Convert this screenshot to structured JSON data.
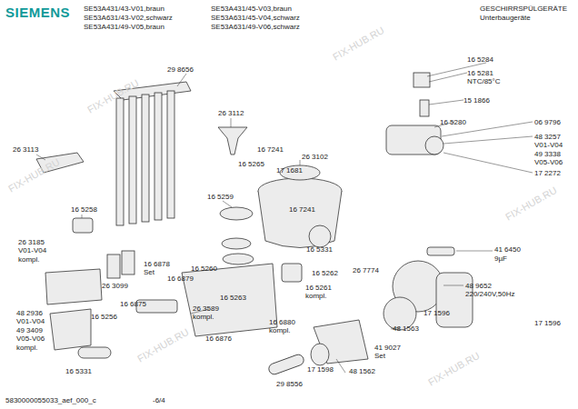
{
  "diagram": {
    "labels": [
      "SIEMENS",
      "SE53A431/43-V01,braun",
      "SE53A431/45-V03,braun",
      "SE53A631/43-V02,schwarz",
      "SE53A631/45-V04,schwarz",
      "SE53A431/49-V05,braun",
      "SE53A631/49-V06,schwarz",
      "GESCHIRRSPÜLGERÄTE",
      "Unterbaugeräte",
      "29 8656",
      "26 3112",
      "16 5284",
      "16 5281",
      "NTC/85°C",
      "15 1866",
      "16 5280",
      "06 9796",
      "48 3257",
      "V01-V04",
      "49 3338",
      "V05-V06",
      "17 2272",
      "26 3113",
      "16 7241",
      "16 5265",
      "26 3102",
      "17 1681",
      "16 5258",
      "16 5259",
      "16 7241",
      "26 3185",
      "V01-V04",
      "kompl.",
      "16 5331",
      "41 6450",
      "9µF",
      "48 9652",
      "220/240V,50Hz",
      "16 6878",
      "Set",
      "16 6879",
      "16 5260",
      "16 5263",
      "16 5262",
      "26 7774",
      "16 5261",
      "kompl.",
      "17 1596",
      "48 2936",
      "V01-V04",
      "49 3409",
      "V05-V06",
      "kompl.",
      "26 3099",
      "16 6875",
      "16 5256",
      "26 3589",
      "kompl.",
      "48 1563",
      "17 1596",
      "41 9027",
      "Set",
      "16 6880",
      "kompl.",
      "16 6876",
      "16 5331",
      "17 1598",
      "48 1562",
      "29 8556",
      "5830000055033_aef_000_c",
      "-6/4",
      "FIX-HUB.RU",
      "FIX-HUB.RU",
      "FIX-HUB.RU",
      "FIX-HUB.RU",
      "FIX-HUB.RU",
      "FIX-HUB.RU"
    ]
  }
}
